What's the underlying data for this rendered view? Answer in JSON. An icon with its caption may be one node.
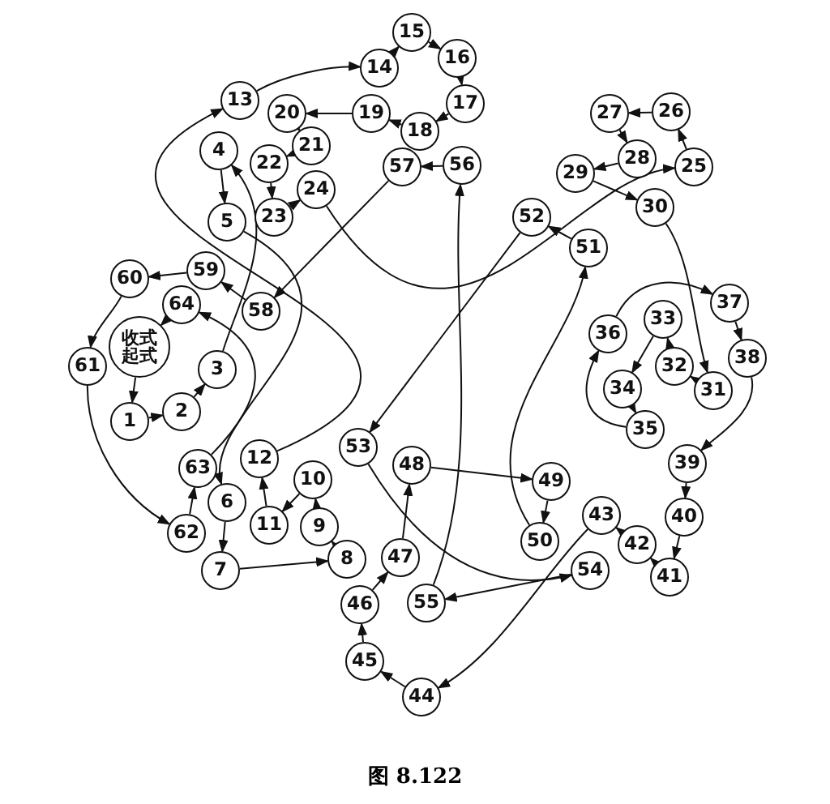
{
  "diagram": {
    "caption": "图 8.122",
    "nodes": [
      {
        "text": [
          "收式",
          "起式"
        ]
      },
      {
        "text": [
          "1"
        ]
      },
      {
        "text": [
          "2"
        ]
      },
      {
        "text": [
          "3"
        ]
      },
      {
        "text": [
          "4"
        ]
      },
      {
        "text": [
          "5"
        ]
      },
      {
        "text": [
          "6"
        ]
      },
      {
        "text": [
          "7"
        ]
      },
      {
        "text": [
          "8"
        ]
      },
      {
        "text": [
          "9"
        ]
      },
      {
        "text": [
          "10"
        ]
      },
      {
        "text": [
          "11"
        ]
      },
      {
        "text": [
          "12"
        ]
      },
      {
        "text": [
          "13"
        ]
      },
      {
        "text": [
          "14"
        ]
      },
      {
        "text": [
          "15"
        ]
      },
      {
        "text": [
          "16"
        ]
      },
      {
        "text": [
          "17"
        ]
      },
      {
        "text": [
          "18"
        ]
      },
      {
        "text": [
          "19"
        ]
      },
      {
        "text": [
          "20"
        ]
      },
      {
        "text": [
          "21"
        ]
      },
      {
        "text": [
          "22"
        ]
      },
      {
        "text": [
          "23"
        ]
      },
      {
        "text": [
          "24"
        ]
      },
      {
        "text": [
          "25"
        ]
      },
      {
        "text": [
          "26"
        ]
      },
      {
        "text": [
          "27"
        ]
      },
      {
        "text": [
          "28"
        ]
      },
      {
        "text": [
          "29"
        ]
      },
      {
        "text": [
          "30"
        ]
      },
      {
        "text": [
          "31"
        ]
      },
      {
        "text": [
          "32"
        ]
      },
      {
        "text": [
          "33"
        ]
      },
      {
        "text": [
          "34"
        ]
      },
      {
        "text": [
          "35"
        ]
      },
      {
        "text": [
          "36"
        ]
      },
      {
        "text": [
          "37"
        ]
      },
      {
        "text": [
          "38"
        ]
      },
      {
        "text": [
          "39"
        ]
      },
      {
        "text": [
          "40"
        ]
      },
      {
        "text": [
          "41"
        ]
      },
      {
        "text": [
          "42"
        ]
      },
      {
        "text": [
          "43"
        ]
      },
      {
        "text": [
          "44"
        ]
      },
      {
        "text": [
          "45"
        ]
      },
      {
        "text": [
          "46"
        ]
      },
      {
        "text": [
          "47"
        ]
      },
      {
        "text": [
          "48"
        ]
      },
      {
        "text": [
          "49"
        ]
      },
      {
        "text": [
          "50"
        ]
      },
      {
        "text": [
          "51"
        ]
      },
      {
        "text": [
          "52"
        ]
      },
      {
        "text": [
          "53"
        ]
      },
      {
        "text": [
          "54"
        ]
      },
      {
        "text": [
          "55"
        ]
      },
      {
        "text": [
          "56"
        ]
      },
      {
        "text": [
          "57"
        ]
      },
      {
        "text": [
          "58"
        ]
      },
      {
        "text": [
          "59"
        ]
      },
      {
        "text": [
          "60"
        ]
      },
      {
        "text": [
          "61"
        ]
      },
      {
        "text": [
          "62"
        ]
      },
      {
        "text": [
          "63"
        ]
      },
      {
        "text": [
          "64"
        ]
      }
    ],
    "edges": [
      {
        "from": 0,
        "to": 1,
        "arrow": "to"
      },
      {
        "from": 1,
        "to": 2,
        "arrow": "to"
      },
      {
        "from": 2,
        "to": 3,
        "arrow": "to"
      },
      {
        "from": 3,
        "to": 4,
        "arrow": "to"
      },
      {
        "from": 4,
        "to": 5,
        "arrow": "to"
      },
      {
        "from": 5,
        "to": 6,
        "arrow": "to"
      },
      {
        "from": 6,
        "to": 7,
        "arrow": "to"
      },
      {
        "from": 7,
        "to": 8,
        "arrow": "to"
      },
      {
        "from": 8,
        "to": 9,
        "arrow": "to"
      },
      {
        "from": 9,
        "to": 10,
        "arrow": "to"
      },
      {
        "from": 10,
        "to": 11,
        "arrow": "to"
      },
      {
        "from": 11,
        "to": 12,
        "arrow": "to"
      },
      {
        "from": 12,
        "to": 13,
        "arrow": "to"
      },
      {
        "from": 13,
        "to": 14,
        "arrow": "to"
      },
      {
        "from": 14,
        "to": 15,
        "arrow": "to"
      },
      {
        "from": 15,
        "to": 16,
        "arrow": "to"
      },
      {
        "from": 16,
        "to": 17,
        "arrow": "to"
      },
      {
        "from": 17,
        "to": 18,
        "arrow": "to"
      },
      {
        "from": 18,
        "to": 19,
        "arrow": "to"
      },
      {
        "from": 19,
        "to": 20,
        "arrow": "to"
      },
      {
        "from": 20,
        "to": 21,
        "arrow": "to"
      },
      {
        "from": 21,
        "to": 22,
        "arrow": "to"
      },
      {
        "from": 22,
        "to": 23,
        "arrow": "to"
      },
      {
        "from": 23,
        "to": 24,
        "arrow": "to"
      },
      {
        "from": 24,
        "to": 25,
        "arrow": "to"
      },
      {
        "from": 25,
        "to": 26,
        "arrow": "to"
      },
      {
        "from": 26,
        "to": 27,
        "arrow": "to"
      },
      {
        "from": 27,
        "to": 28,
        "arrow": "to"
      },
      {
        "from": 28,
        "to": 29,
        "arrow": "to"
      },
      {
        "from": 29,
        "to": 30,
        "arrow": "to"
      },
      {
        "from": 30,
        "to": 31,
        "arrow": "to"
      },
      {
        "from": 31,
        "to": 32,
        "arrow": "to"
      },
      {
        "from": 32,
        "to": 33,
        "arrow": "to"
      },
      {
        "from": 33,
        "to": 34,
        "arrow": "to"
      },
      {
        "from": 34,
        "to": 35,
        "arrow": "to"
      },
      {
        "from": 35,
        "to": 36,
        "arrow": "to"
      },
      {
        "from": 36,
        "to": 37,
        "arrow": "to"
      },
      {
        "from": 37,
        "to": 38,
        "arrow": "to"
      },
      {
        "from": 38,
        "to": 39,
        "arrow": "to"
      },
      {
        "from": 39,
        "to": 40,
        "arrow": "to"
      },
      {
        "from": 40,
        "to": 41,
        "arrow": "to"
      },
      {
        "from": 41,
        "to": 42,
        "arrow": "to"
      },
      {
        "from": 42,
        "to": 43,
        "arrow": "to"
      },
      {
        "from": 43,
        "to": 44,
        "arrow": "to"
      },
      {
        "from": 44,
        "to": 45,
        "arrow": "to"
      },
      {
        "from": 45,
        "to": 46,
        "arrow": "to"
      },
      {
        "from": 46,
        "to": 47,
        "arrow": "to"
      },
      {
        "from": 47,
        "to": 48,
        "arrow": "to"
      },
      {
        "from": 48,
        "to": 49,
        "arrow": "to"
      },
      {
        "from": 49,
        "to": 50,
        "arrow": "to"
      },
      {
        "from": 50,
        "to": 51,
        "arrow": "to"
      },
      {
        "from": 51,
        "to": 52,
        "arrow": "to"
      },
      {
        "from": 52,
        "to": 53,
        "arrow": "to"
      },
      {
        "from": 53,
        "to": 54,
        "arrow": "to"
      },
      {
        "from": 54,
        "to": 55,
        "arrow": "to"
      },
      {
        "from": 55,
        "to": 56,
        "arrow": "to"
      },
      {
        "from": 56,
        "to": 57,
        "arrow": "to"
      },
      {
        "from": 57,
        "to": 58,
        "arrow": "to"
      },
      {
        "from": 58,
        "to": 59,
        "arrow": "to"
      },
      {
        "from": 59,
        "to": 60,
        "arrow": "to"
      },
      {
        "from": 60,
        "to": 61,
        "arrow": "to"
      },
      {
        "from": 61,
        "to": 62,
        "arrow": "to"
      },
      {
        "from": 62,
        "to": 63,
        "arrow": "to"
      },
      {
        "from": 63,
        "to": 64,
        "arrow": "to"
      },
      {
        "from": 64,
        "to": 0,
        "arrow": "to"
      }
    ]
  }
}
